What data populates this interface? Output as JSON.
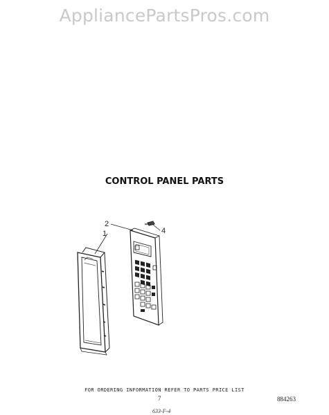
{
  "watermark": "AppliancePartsPros.com",
  "title": "CONTROL PANEL PARTS",
  "callouts": [
    {
      "id": "2",
      "label": "2"
    },
    {
      "id": "1",
      "label": "1"
    },
    {
      "id": "4",
      "label": "4"
    }
  ],
  "footer": {
    "note": "FOR ORDERING INFORMATION REFER TO PARTS PRICE LIST",
    "page_number": "7",
    "ref_code": "884263",
    "handwritten_code": "633-F-4"
  },
  "colors": {
    "line": "#222222",
    "watermark": "#c9c9c9"
  }
}
